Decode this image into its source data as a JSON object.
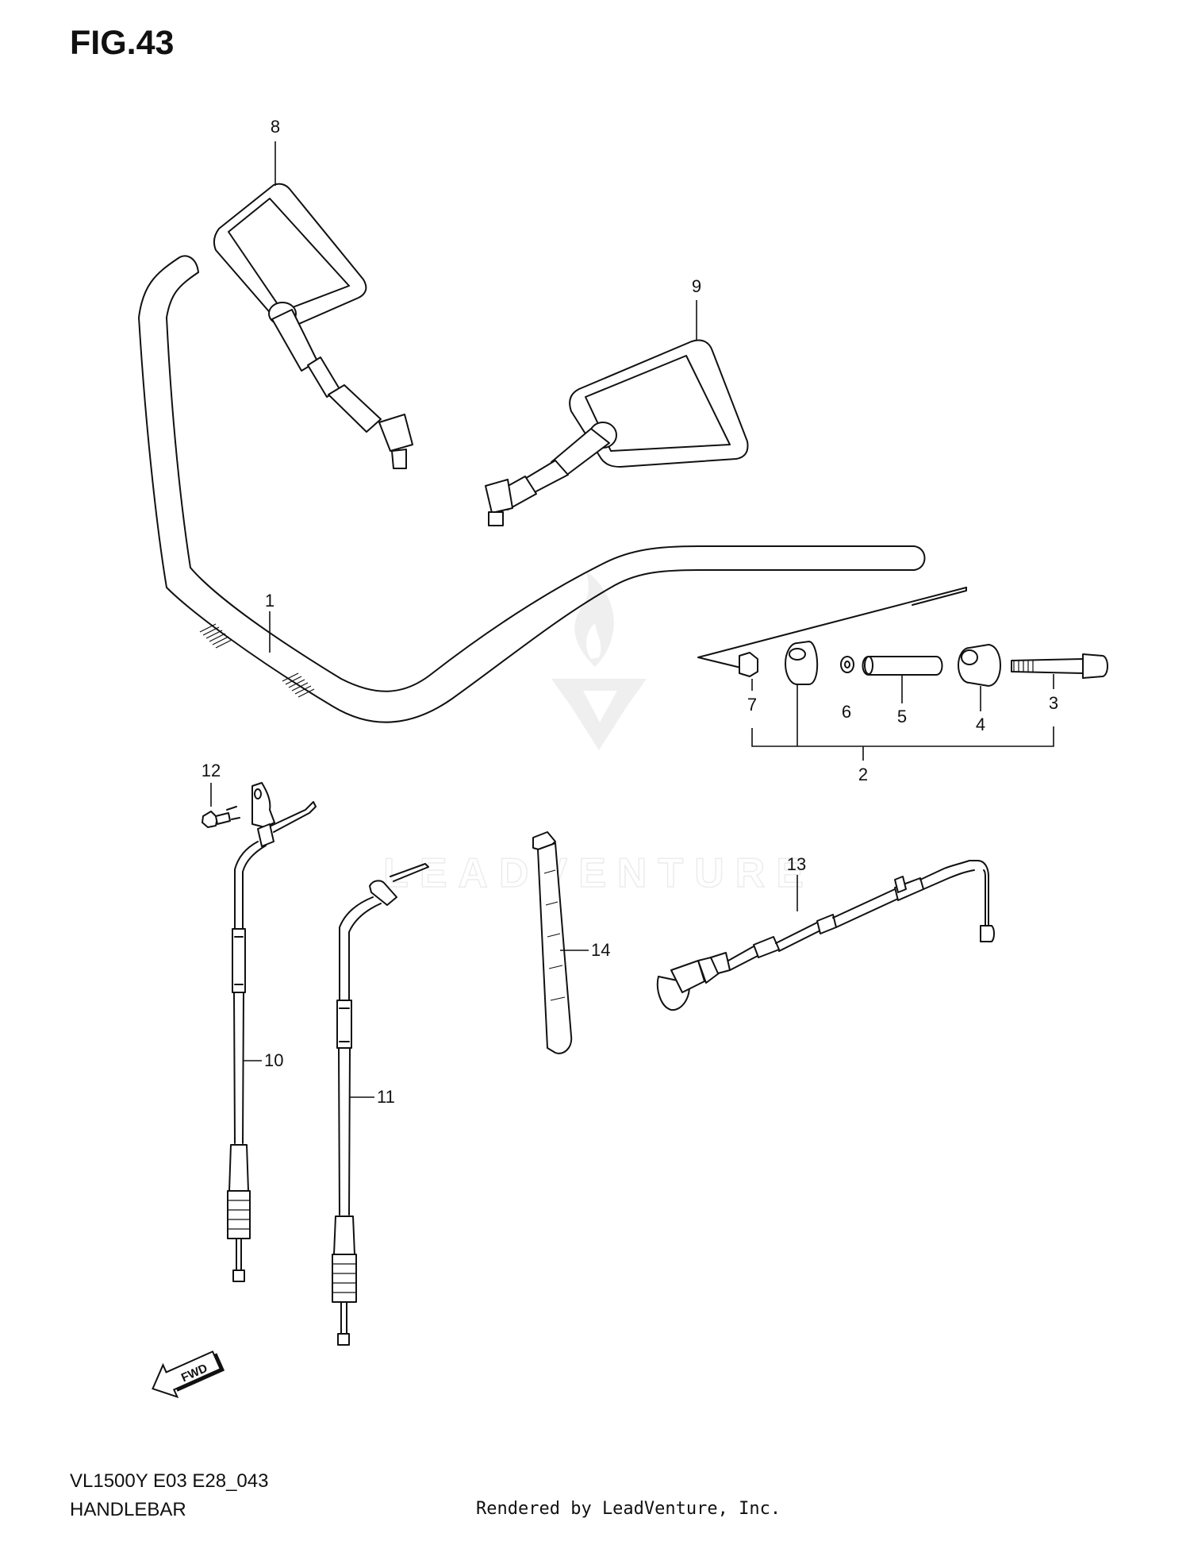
{
  "figure": {
    "title": "FIG.43",
    "model_code": "VL1500Y E03 E28_043",
    "section_name": "HANDLEBAR",
    "render_credit": "Rendered by LeadVenture, Inc.",
    "watermark_text": "LEADVENTURE",
    "fwd_label": "FWD"
  },
  "callouts": [
    "1",
    "2",
    "3",
    "4",
    "5",
    "6",
    "7",
    "8",
    "9",
    "10",
    "11",
    "12",
    "13",
    "14"
  ],
  "colors": {
    "line": "#111111",
    "watermark": "#e2e2e2",
    "background": "#ffffff"
  }
}
